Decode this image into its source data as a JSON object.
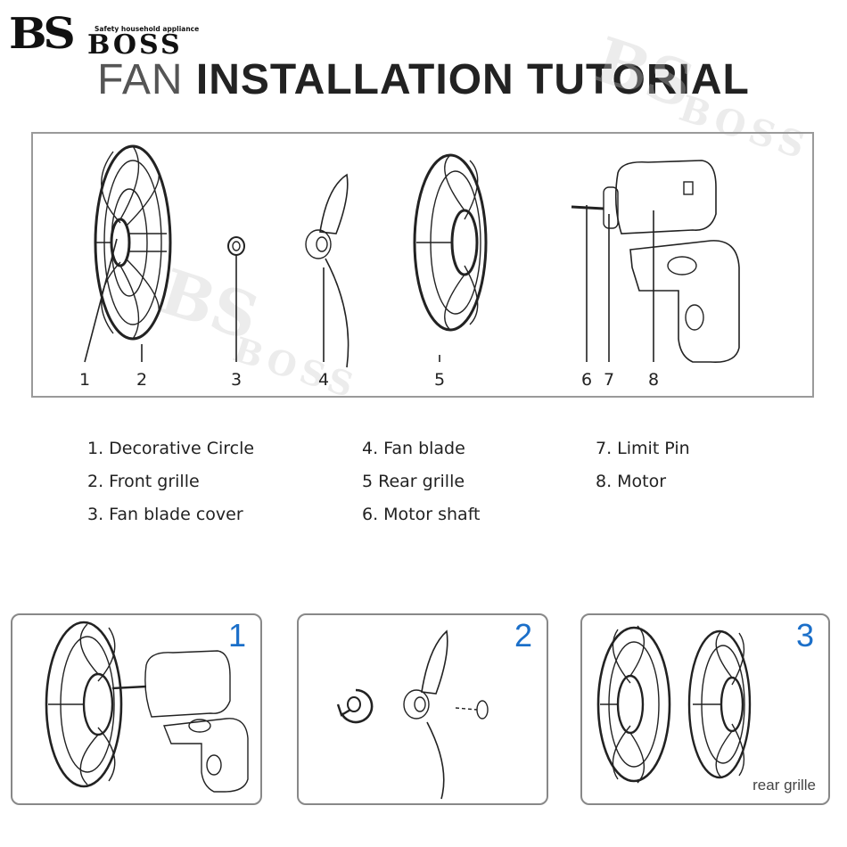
{
  "logo": {
    "mark": "BS",
    "brand": "BOSS",
    "tagline": "Safety household appliance"
  },
  "title": {
    "part1": "FAN",
    "part2": "INSTALLATION TUTORIAL"
  },
  "diagram": {
    "callouts": [
      "1",
      "2",
      "3",
      "4",
      "5",
      "6",
      "7",
      "8"
    ]
  },
  "legend": {
    "col1": [
      "1. Decorative Circle",
      "2. Front grille",
      "3. Fan blade cover"
    ],
    "col2": [
      "4. Fan blade",
      "5 Rear grille",
      "6. Motor shaft"
    ],
    "col3": [
      "7. Limit Pin",
      "8. Motor"
    ]
  },
  "steps": [
    {
      "number": "1"
    },
    {
      "number": "2"
    },
    {
      "number": "3",
      "caption": "rear grille"
    }
  ],
  "colors": {
    "step_number": "#1b6fc9",
    "panel_border": "#9a9a9a"
  }
}
